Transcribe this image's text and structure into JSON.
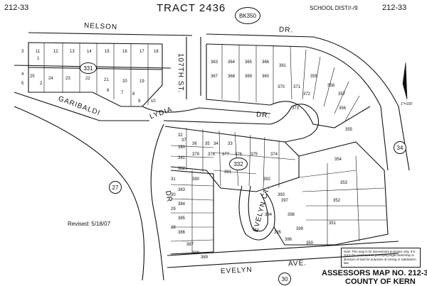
{
  "header": {
    "page_code": "212-33",
    "tract": "TRACT 2436",
    "book": "BK350",
    "school_dist": "SCHOOL DIST//-/9",
    "page_code_right": "212-33"
  },
  "streets": {
    "nelson": "NELSON",
    "dr_top": "DR.",
    "st_107": "107TH ST.",
    "garibaldi": "GARIBALDI",
    "lydia": "LYDIA",
    "dr_mid": "DR.",
    "dr_left": "DR",
    "evelyn_ct": "EVELYN CT.",
    "evelyn_ave": "EVELYN",
    "ave": "AVE."
  },
  "circled": [
    "331",
    "332",
    "27",
    "34",
    "30"
  ],
  "revised": "Revised: 5/18/07",
  "scale": "1\"=100'",
  "note": "Note: This map is for assessment purposes only. It is not to be construed as portraying legal ownership or divisions of land for purposes of zoning or subdivision law.",
  "footer": {
    "line1": "ASSESSORS MAP NO. 212-33",
    "line2": "COUNTY OF KERN"
  },
  "lots": {
    "nelson_row_a": [
      "11",
      "12",
      "13",
      "14",
      "15",
      "16",
      "17",
      "18"
    ],
    "nelson_row_b": [
      "25",
      "24",
      "23",
      "22",
      "21",
      "20",
      "19"
    ],
    "left_edge": [
      "1",
      "2",
      "3",
      "4",
      "5",
      "6",
      "7",
      "8",
      "9",
      "10"
    ],
    "upper_block": [
      "363",
      "364",
      "365",
      "366",
      "367",
      "368",
      "369",
      "360",
      "361",
      "359",
      "358",
      "357"
    ],
    "upper_block_b": [
      "373",
      "372",
      "371",
      "370",
      "356",
      "355"
    ],
    "center_block": [
      "379",
      "378",
      "377",
      "376",
      "375",
      "374",
      "380",
      "381",
      "382",
      "390",
      "391",
      "392",
      "393"
    ],
    "lower_block": [
      "383",
      "384",
      "385",
      "386",
      "387",
      "388",
      "389",
      "394",
      "395",
      "396",
      "397",
      "398",
      "399"
    ],
    "right_block": [
      "354",
      "353",
      "352",
      "351",
      "350"
    ],
    "west_block": [
      "37",
      "36",
      "35",
      "34",
      "33",
      "32",
      "31",
      "30",
      "29",
      "28"
    ]
  }
}
